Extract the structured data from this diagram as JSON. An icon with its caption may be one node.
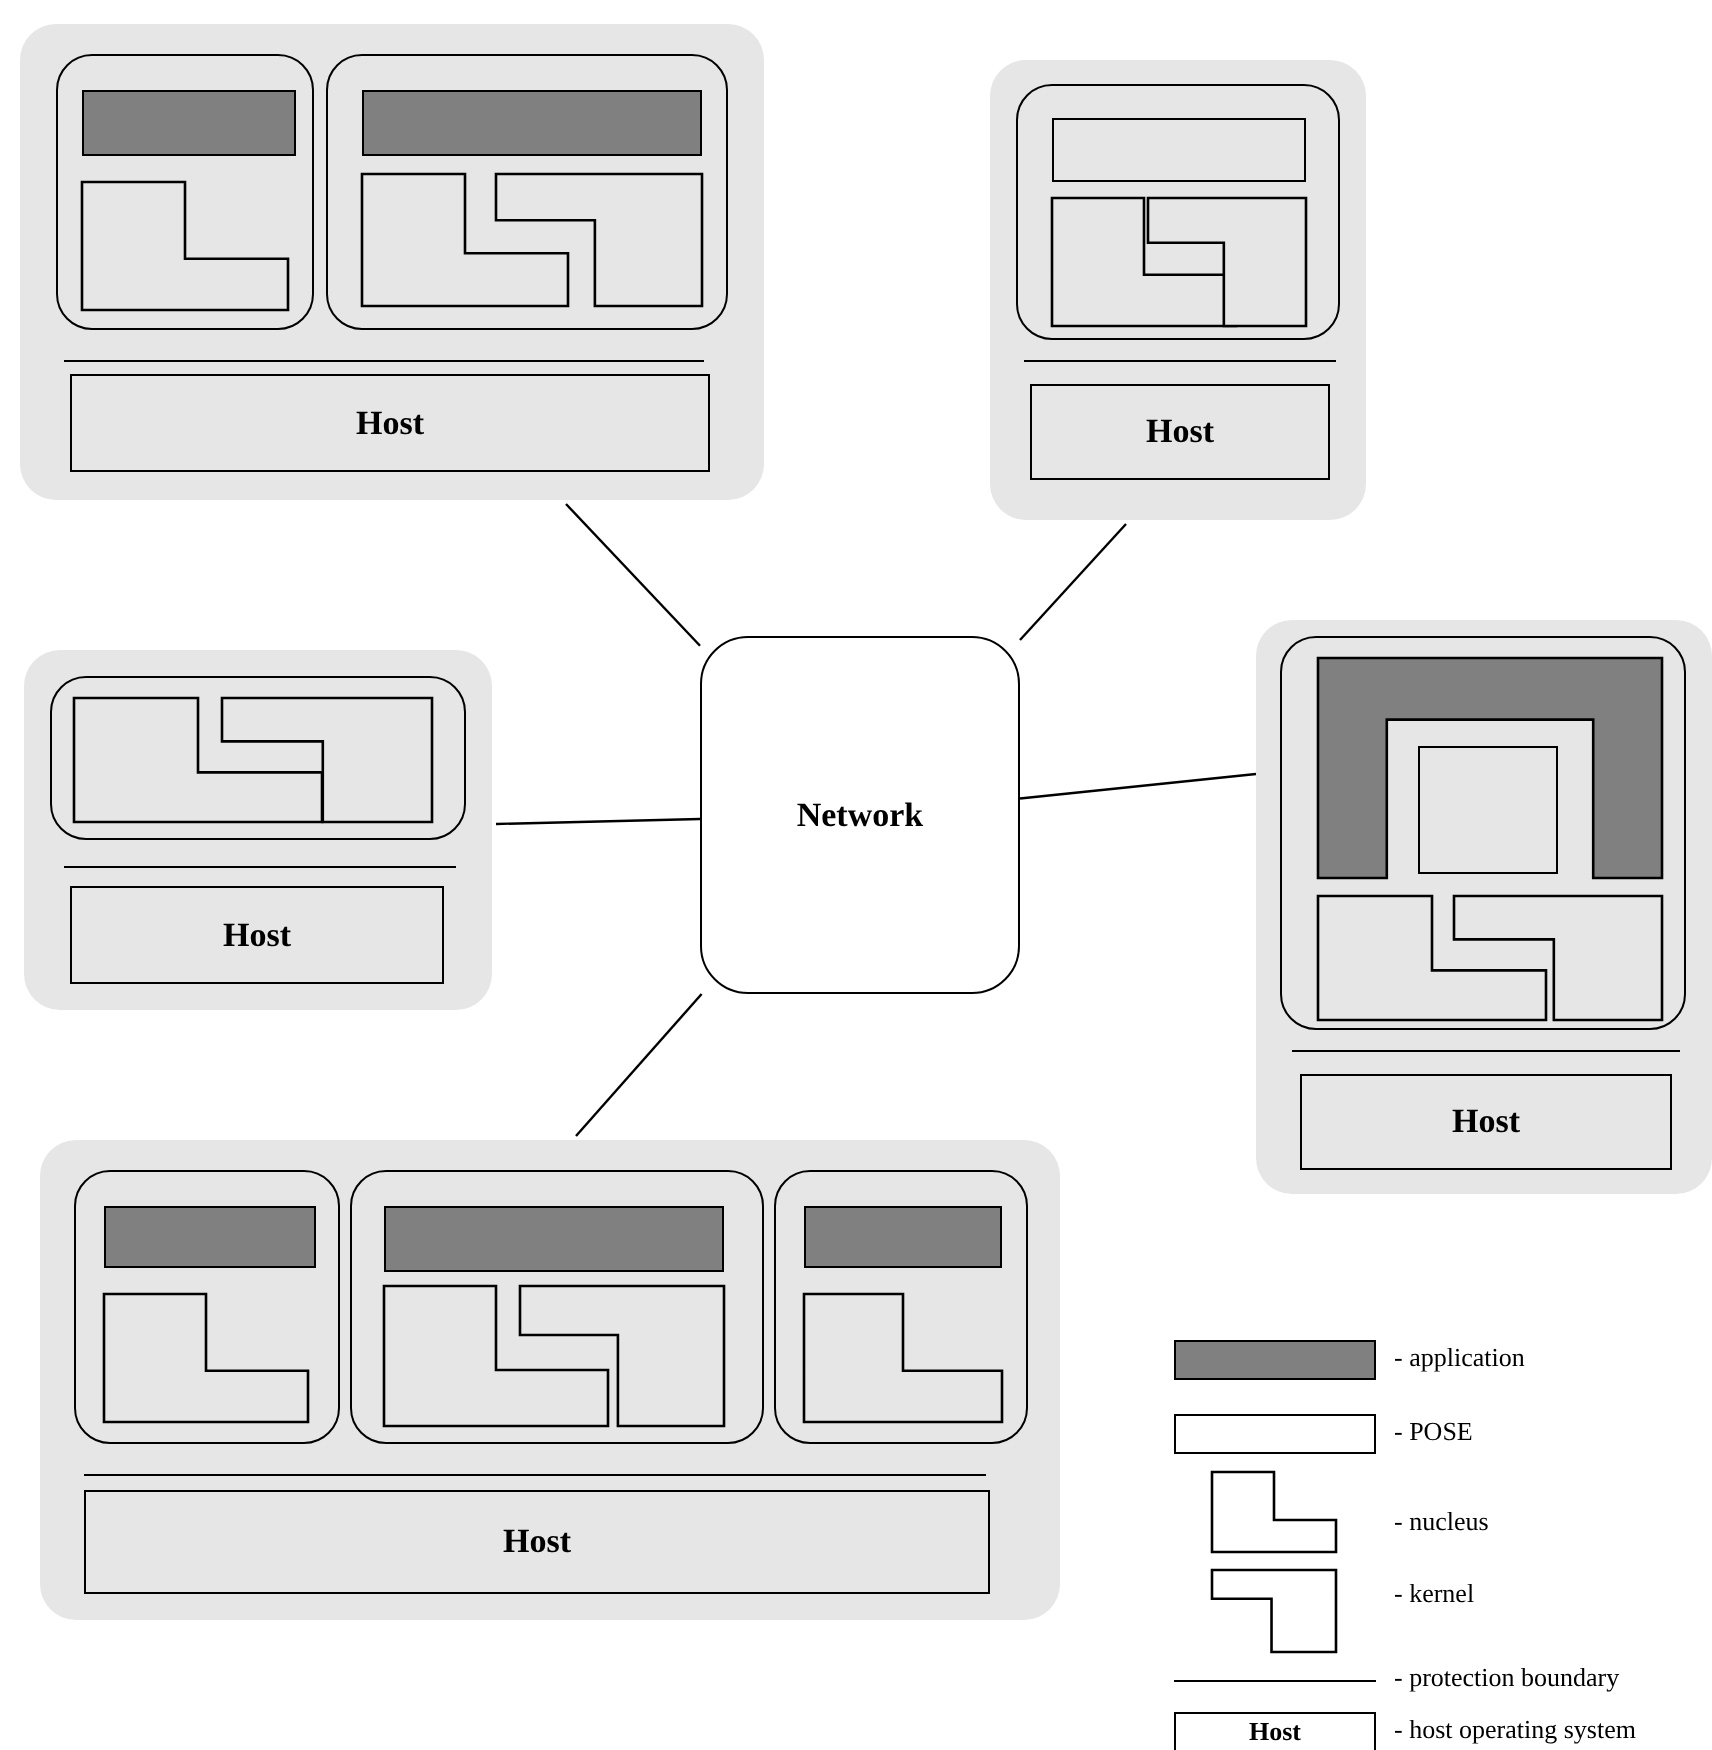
{
  "diagram": {
    "nodes": [
      {
        "text": [],
        "shape": "box"
      },
      {
        "text": [],
        "shape": "box",
        "in": 0
      },
      {
        "text": [],
        "shape": "bar",
        "in": 1
      },
      {
        "text": [],
        "shape": "polygon",
        "in": 1
      },
      {
        "text": [],
        "shape": "box",
        "in": 0
      },
      {
        "text": [],
        "shape": "bar",
        "in": 4
      },
      {
        "text": [],
        "shape": "polygon",
        "in": 4
      },
      {
        "text": [],
        "shape": "polygon",
        "in": 4
      },
      {
        "text": [
          "Host"
        ],
        "in": 0
      },
      {
        "text": [],
        "shape": "box"
      },
      {
        "text": [],
        "shape": "box",
        "in": 9
      },
      {
        "text": [],
        "shape": "box",
        "in": 10
      },
      {
        "text": [],
        "shape": "polygon",
        "in": 10
      },
      {
        "text": [],
        "shape": "polygon",
        "in": 10
      },
      {
        "text": [
          "Host"
        ],
        "in": 9
      },
      {
        "text": [],
        "shape": "box"
      },
      {
        "text": [],
        "shape": "box",
        "in": 15
      },
      {
        "text": [],
        "shape": "polygon",
        "in": 16
      },
      {
        "text": [],
        "shape": "polygon",
        "in": 16
      },
      {
        "text": [
          "Host"
        ],
        "in": 15
      },
      {
        "text": [
          "Network"
        ]
      },
      {
        "text": [],
        "shape": "box"
      },
      {
        "text": [],
        "shape": "box",
        "in": 21
      },
      {
        "text": [],
        "shape": "polygon",
        "in": 22
      },
      {
        "text": [],
        "shape": "box",
        "in": 22
      },
      {
        "text": [],
        "shape": "polygon",
        "in": 22
      },
      {
        "text": [],
        "shape": "polygon",
        "in": 22
      },
      {
        "text": [
          "Host"
        ],
        "in": 21
      },
      {
        "text": [],
        "shape": "box"
      },
      {
        "text": [],
        "shape": "box",
        "in": 28
      },
      {
        "text": [],
        "shape": "bar",
        "in": 29
      },
      {
        "text": [],
        "shape": "polygon",
        "in": 29
      },
      {
        "text": [],
        "shape": "box",
        "in": 28
      },
      {
        "text": [],
        "shape": "bar",
        "in": 32
      },
      {
        "text": [],
        "shape": "polygon",
        "in": 32
      },
      {
        "text": [],
        "shape": "polygon",
        "in": 32
      },
      {
        "text": [],
        "shape": "box",
        "in": 28
      },
      {
        "text": [],
        "shape": "bar",
        "in": 36
      },
      {
        "text": [],
        "shape": "polygon",
        "in": 36
      },
      {
        "text": [
          "Host"
        ],
        "in": 28
      }
    ],
    "edges": [
      {
        "from": 20,
        "to": 0,
        "arrow": "none"
      },
      {
        "from": 20,
        "to": 9,
        "arrow": "none"
      },
      {
        "from": 20,
        "to": 15,
        "arrow": "none"
      },
      {
        "from": 20,
        "to": 21,
        "arrow": "none"
      },
      {
        "from": 20,
        "to": 28,
        "arrow": "none"
      }
    ],
    "labels": [
      "Host"
    ],
    "legend": [
      {
        "text": "- application",
        "color": "#808080"
      },
      {
        "text": "- POSE",
        "color": "#ffffff"
      },
      {
        "text": "- nucleus"
      },
      {
        "text": "- kernel"
      },
      {
        "text": "- protection boundary"
      },
      {
        "text": "- host operating system"
      }
    ]
  }
}
